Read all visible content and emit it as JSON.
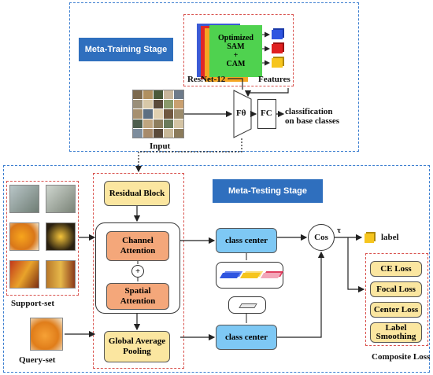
{
  "meta_training": {
    "stage_label": "Meta-Training Stage",
    "backbone_label": "ResNet-12",
    "module_lines": [
      "Optimized",
      "SAM",
      "+",
      "CAM"
    ],
    "features_label": "Features",
    "f_theta_label": "Fθ",
    "fc_label": "FC",
    "classification_lines": [
      "classification",
      "on base classes"
    ],
    "input_label": "Input"
  },
  "meta_testing": {
    "stage_label": "Meta-Testing Stage",
    "residual_block": "Residual Block",
    "channel_attention": [
      "Channel",
      "Attention"
    ],
    "plus_symbol": "+",
    "spatial_attention": "Spatial Attention",
    "global_pooling": [
      "Global Average",
      "Pooling"
    ],
    "class_center_top": "class center",
    "class_center_bottom": "class center",
    "cos_label": "Cos",
    "tau_label": "τ",
    "label_text": "label",
    "support_set_label": "Support-set",
    "query_set_label": "Query-set"
  },
  "losses": {
    "items": [
      {
        "lines": [
          "CE Loss"
        ]
      },
      {
        "lines": [
          "Focal Loss"
        ]
      },
      {
        "lines": [
          "Center Loss"
        ]
      },
      {
        "lines": [
          "Label",
          "Smoothing"
        ]
      }
    ],
    "caption": "Composite Loss"
  },
  "colors": {
    "stage_blue": "#2f6fbe",
    "dashed_blue": "#3d7fd0",
    "dashed_red": "#d9534f",
    "box_yellow": "#fbe6a0",
    "box_orange": "#f4a77a",
    "box_blue": "#7ec8f4"
  }
}
